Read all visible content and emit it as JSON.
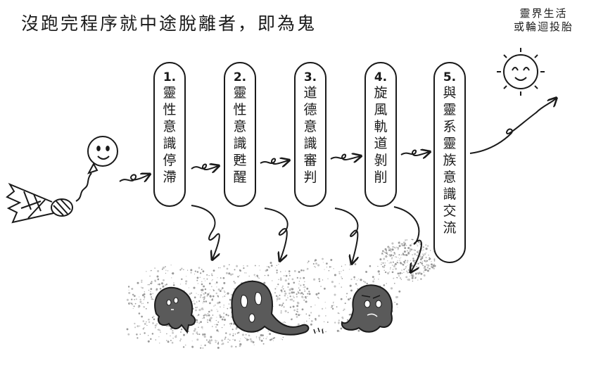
{
  "title": "沒跑完程序就中途脫離者，即為鬼",
  "afterlife": {
    "line1": "靈界生活",
    "line2": "或輪迴投胎"
  },
  "stages": [
    {
      "num": "1.",
      "text": "靈性意識停滯"
    },
    {
      "num": "2.",
      "text": "靈性意識甦醒"
    },
    {
      "num": "3.",
      "text": "道德意識審判"
    },
    {
      "num": "4.",
      "text": "旋風軌道剝削"
    },
    {
      "num": "5.",
      "text": "與靈系靈族意識交流"
    }
  ],
  "colors": {
    "ink": "#1a1a1a",
    "ghost": "#5a5a5a",
    "mist": "#9a9a9a",
    "background": "#ffffff"
  },
  "icons": [
    "lying-body-icon",
    "soul-balloon-icon",
    "sun-icon",
    "ghost-icon"
  ]
}
